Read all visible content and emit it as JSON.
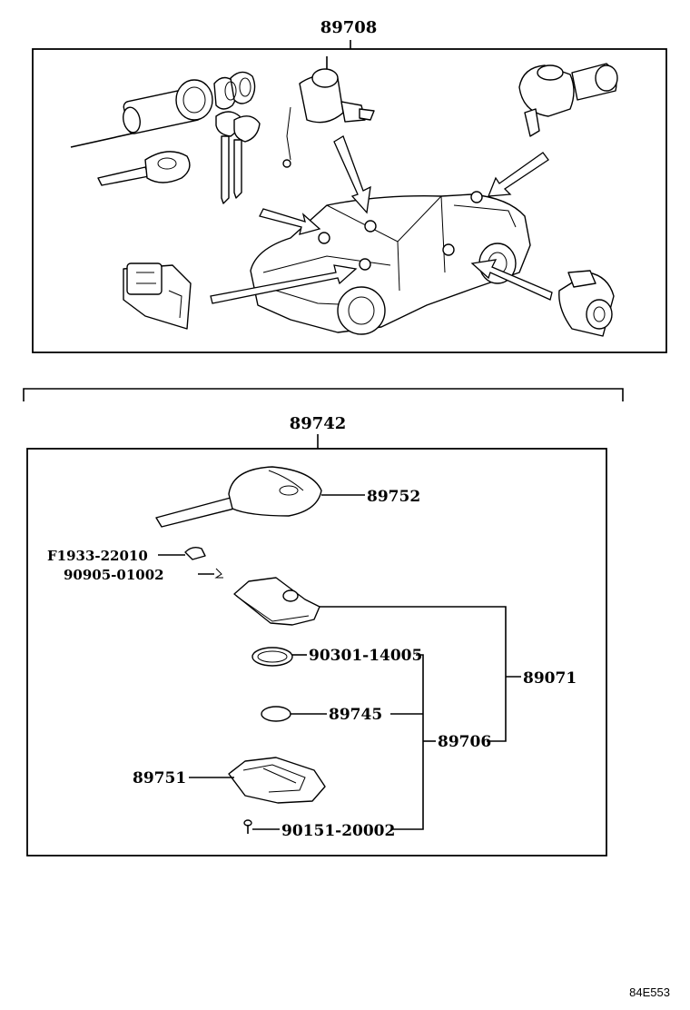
{
  "diagram": {
    "top_label": "89708",
    "assembly_label": "89742",
    "parts": {
      "p89752": "89752",
      "pF1933": "F1933-22010",
      "p90905": "90905-01002",
      "p90301": "90301-14005",
      "p89745": "89745",
      "p89751": "89751",
      "p90151": "90151-20002",
      "p89071": "89071",
      "p89706": "89706"
    },
    "footer_code": "84E553"
  }
}
